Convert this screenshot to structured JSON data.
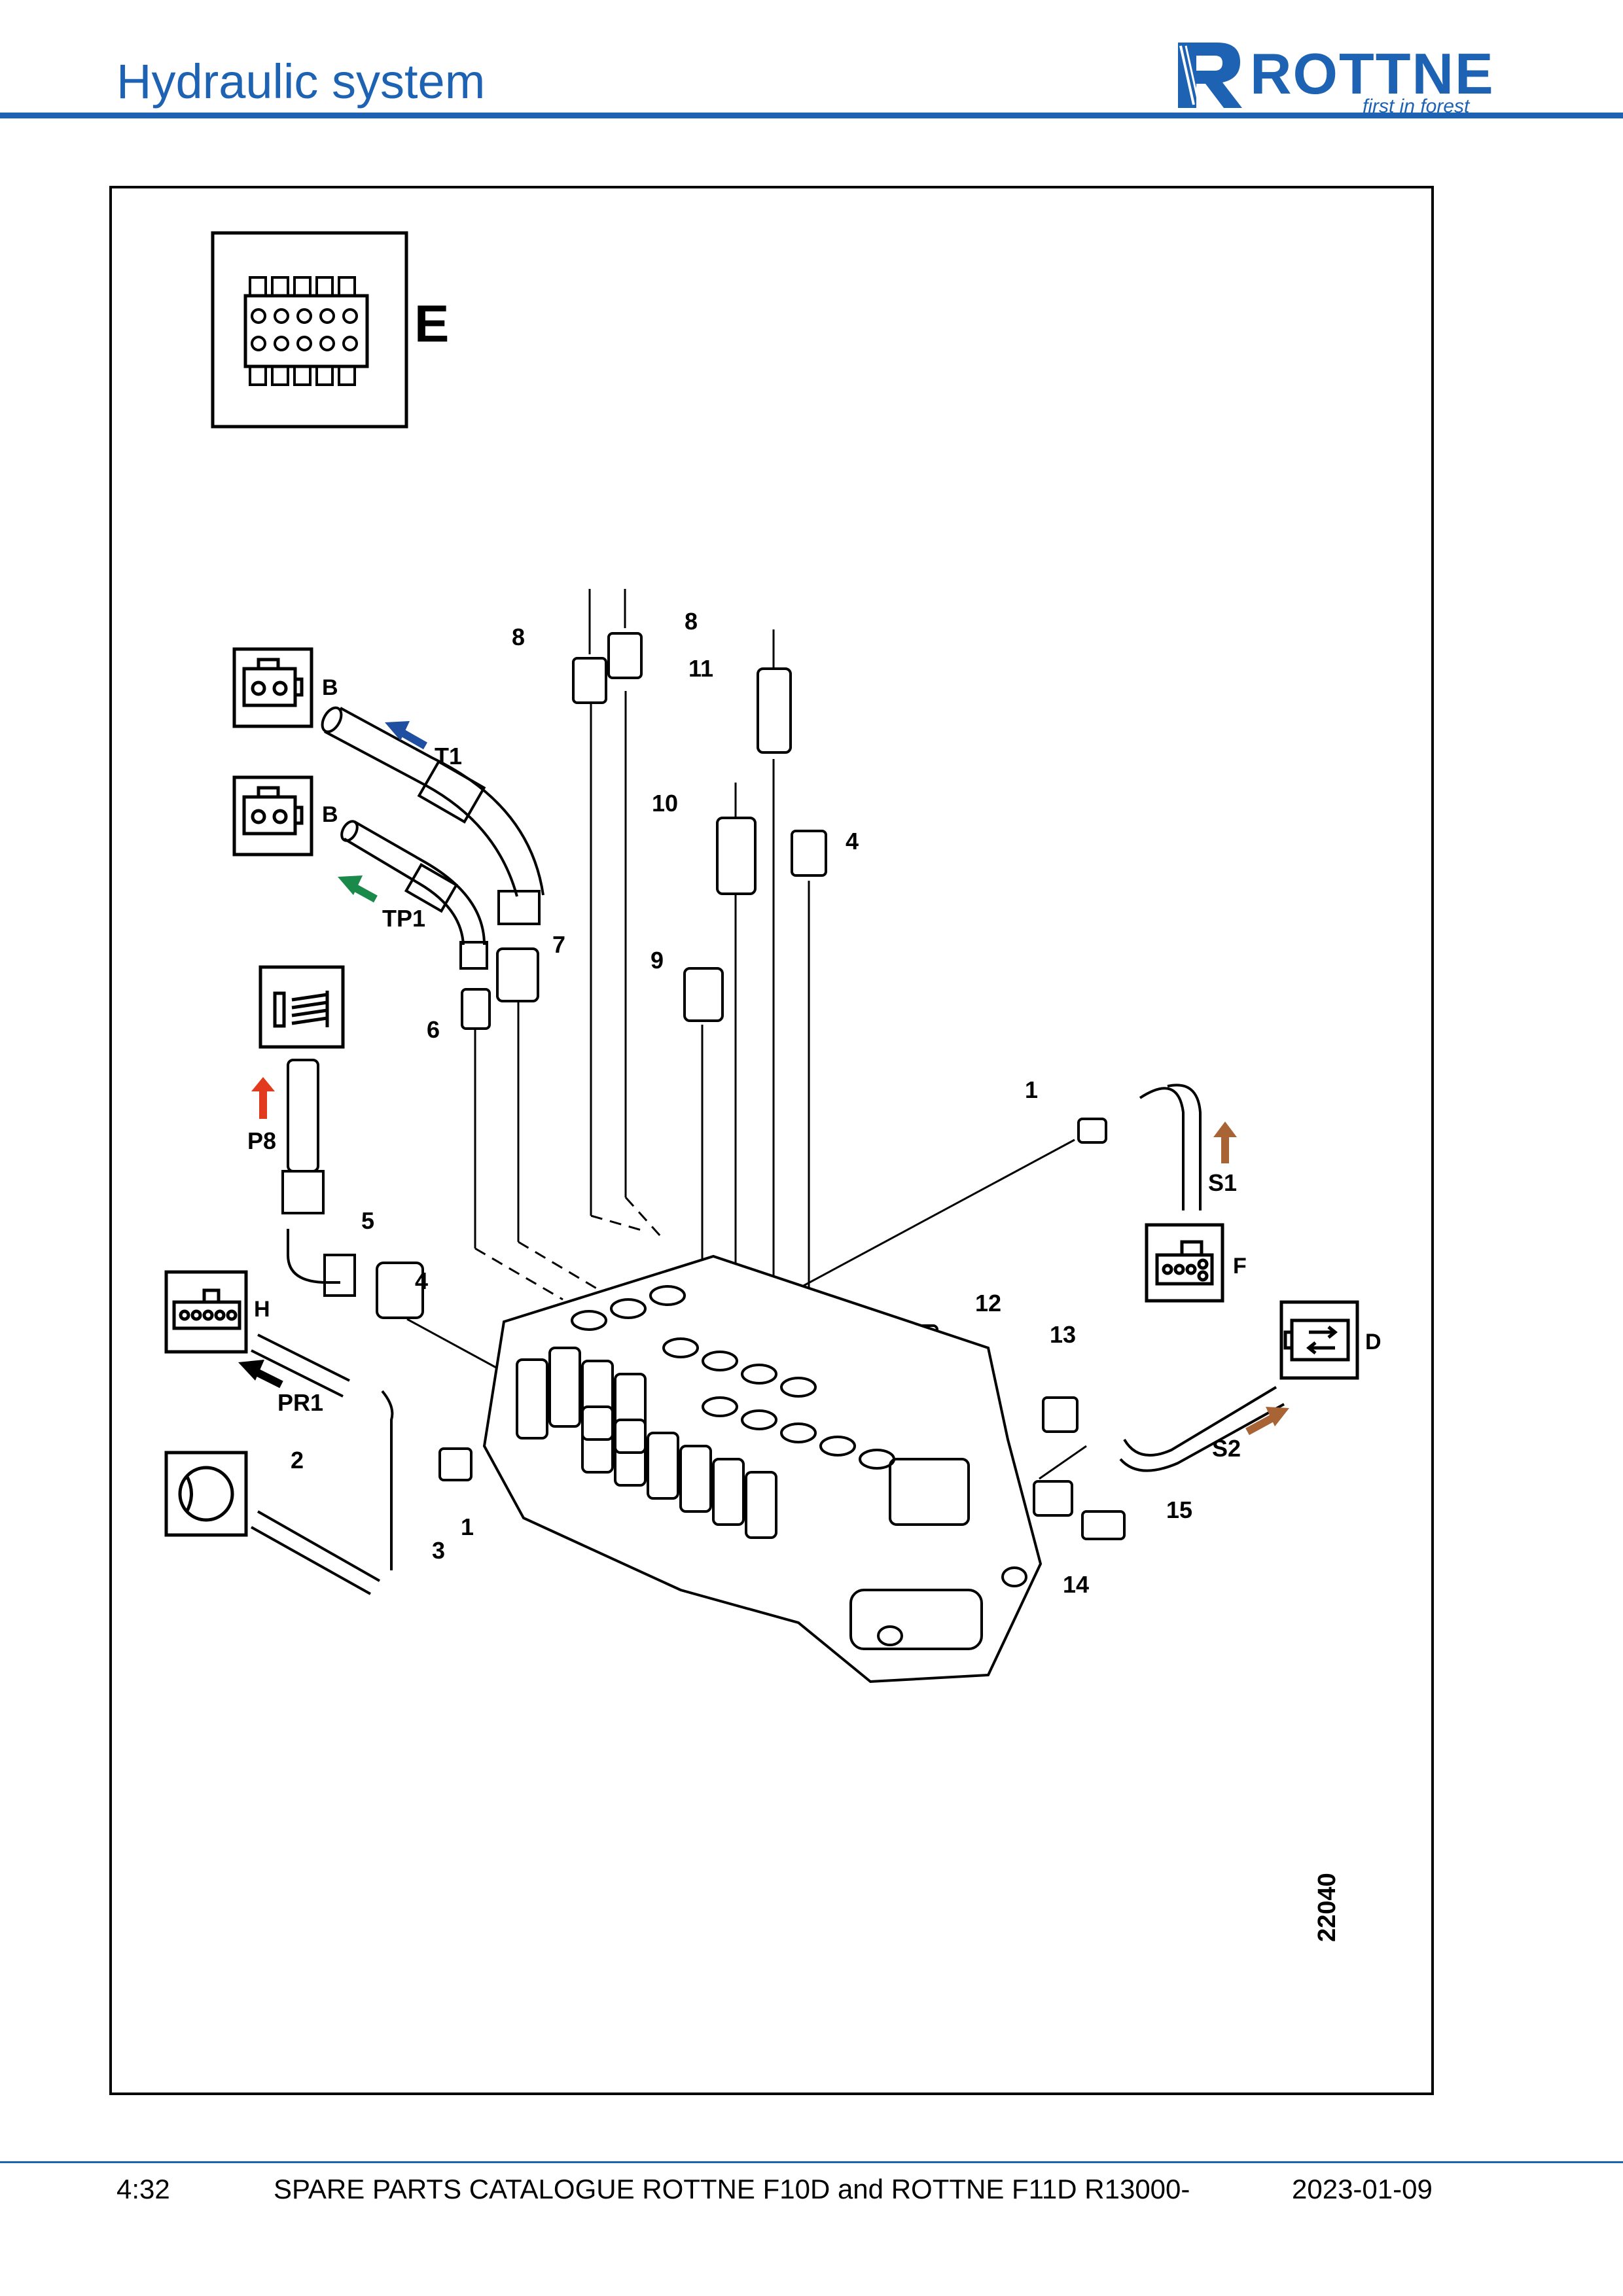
{
  "header": {
    "title": "Hydraulic system"
  },
  "logo": {
    "name": "ROTTNE",
    "tagline": "first in forest",
    "brand_color": "#1d62b3"
  },
  "diagram": {
    "figure_number": "22040",
    "connector_labels": [
      "E",
      "B",
      "B",
      "H",
      "F",
      "D"
    ],
    "line_labels": [
      "T1",
      "TP1",
      "P8",
      "PR1",
      "S1",
      "S2"
    ],
    "part_callouts": [
      "8",
      "8",
      "11",
      "10",
      "4",
      "7",
      "9",
      "6",
      "5",
      "4",
      "1",
      "12",
      "13",
      "2",
      "3",
      "1",
      "15",
      "14"
    ],
    "arrow_colors": {
      "T1": "#1f4fa0",
      "TP1": "#1a8a4a",
      "P8": "#e23a1f",
      "PR1": "#000000",
      "S1": "#a86435",
      "S2": "#a86435"
    }
  },
  "footer": {
    "page": "4:32",
    "catalogue": "SPARE PARTS CATALOGUE ROTTNE F10D and ROTTNE F11D R13000-",
    "date": "2023-01-09"
  }
}
